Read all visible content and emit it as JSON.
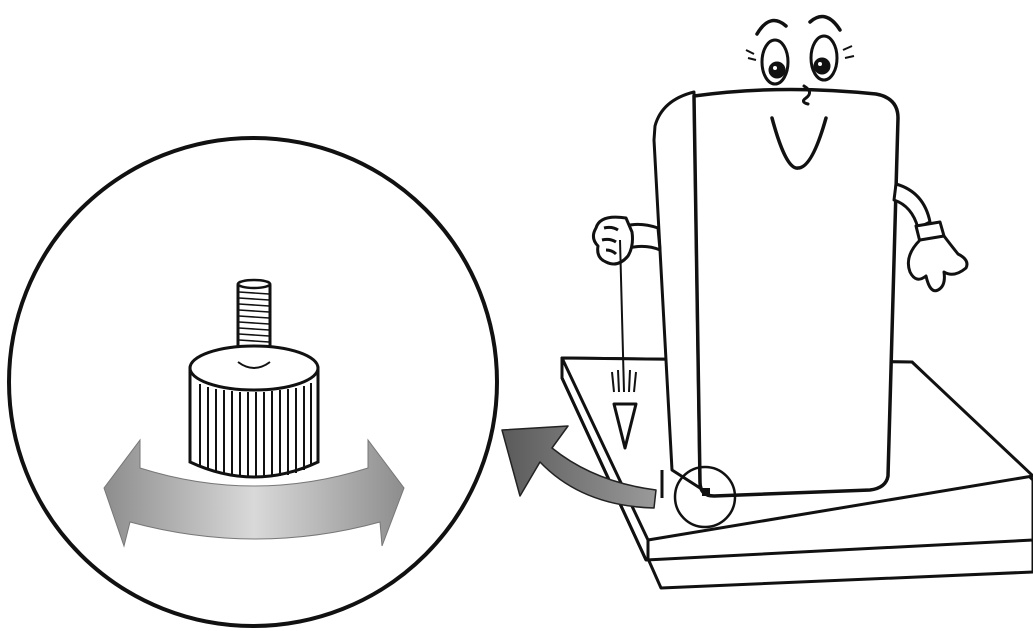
{
  "illustration": {
    "subject": "",
    "colors": {
      "line": "#111111",
      "background": "#ffffff",
      "arrow_gray": "#a8a8a8",
      "arrow_dark": "#555555"
    },
    "icons": [
      "refrigerator-character",
      "leveling-foot-detail",
      "plumb-bob",
      "rotation-arrow",
      "callout-arrow",
      "floor-platform"
    ]
  }
}
